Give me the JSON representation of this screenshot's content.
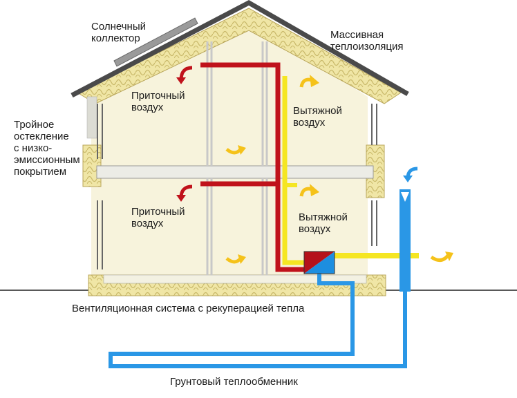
{
  "labels": {
    "solar_collector": [
      "Солнечный",
      "коллектор"
    ],
    "insulation": [
      "Массивная",
      "теплоизоляция"
    ],
    "glazing": [
      "Тройное",
      "остекление",
      "с низко-",
      "эмиссионным",
      "покрытием"
    ],
    "supply_air_upper": [
      "Приточный",
      "воздух"
    ],
    "supply_air_lower": [
      "Приточный",
      "воздух"
    ],
    "exhaust_air_upper": [
      "Вытяжной",
      "воздух"
    ],
    "exhaust_air_lower": [
      "Вытяжной",
      "воздух"
    ],
    "ventilation_system": "Вентиляционная система с рекуперацией тепла",
    "ground_exchanger": "Грунтовый теплообменник"
  },
  "colors": {
    "supply_duct": "#c0121b",
    "exhaust_duct": "#f5e622",
    "ground_pipe": "#2a97e6",
    "insulation": "#f0e6a6",
    "roof": "#4a4a4a",
    "interior": "#f7f3dc",
    "recuperator_red": "#b5121b",
    "recuperator_blue": "#1d8ee0",
    "arrow_yellow": "#f5c21a",
    "arrow_red": "#c0121b",
    "arrow_blue": "#2a97e6"
  },
  "icons": {
    "supply_arrow": "curved-red-arrow-icon",
    "exhaust_arrow": "curved-yellow-arrow-icon",
    "intake_arrow": "curved-blue-arrow-icon",
    "recuperator": "heat-exchanger-icon"
  }
}
